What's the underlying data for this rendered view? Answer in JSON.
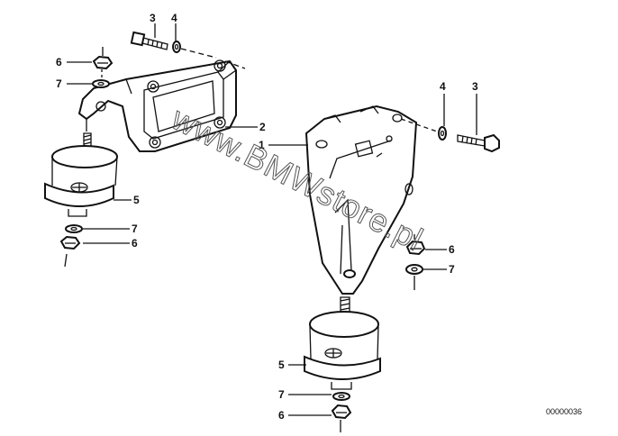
{
  "watermark": "www.BMWstore.pl",
  "reference_number": "00000036",
  "callouts": {
    "left_bolt": "3",
    "left_washer": "4",
    "left_top_nut": "6",
    "left_top_lockwasher": "7",
    "left_bracket": "2",
    "left_mount": "5",
    "left_bottom_lockwasher": "7",
    "left_bottom_nut": "6",
    "right_washer": "4",
    "right_bolt": "3",
    "right_bracket": "1",
    "right_nut_a": "6",
    "right_lockwasher_a": "7",
    "right_mount": "5",
    "right_bottom_lockwasher": "7",
    "right_bottom_nut": "6"
  }
}
